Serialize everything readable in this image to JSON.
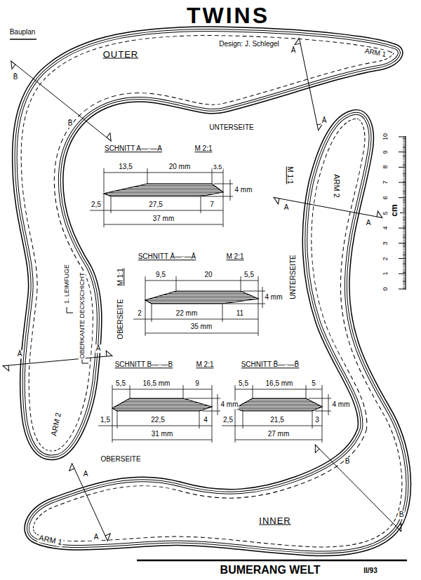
{
  "diagram": {
    "title": "TWINS",
    "labels": [
      "Bauplan",
      "Design: J. Schlegel",
      "OUTER",
      "Ā",
      "ARM 1",
      "B̄",
      "B̄",
      "UNTERSEITE",
      "Ā",
      "SCHNITT A—·—A",
      "M 2:1",
      "13,5",
      "20 mm",
      "3,5",
      "4 mm",
      "2,5",
      "27,5",
      "7",
      "37 mm",
      "M 1:1",
      "ARM 2",
      "A",
      "A",
      "UNTERSEITE",
      "SCHNITT Ā—·—Ā",
      "M 2:1",
      "9,5",
      "20",
      "5,5",
      "4 mm",
      "2",
      "22 mm",
      "11",
      "35 mm",
      "1. LEIMFUGE",
      "OBERKANTE DECKSCHICHT",
      "OBERSEITE",
      "M 1:1",
      "Ā",
      "Ā",
      "SCHNITT B—·—B",
      "M 2:1",
      "SCHNITT B̄—·—B̄",
      "5,5",
      "16,5 mm",
      "9",
      "4 mm",
      "1,5",
      "22,5",
      "4",
      "31 mm",
      "5,5",
      "16,5 mm",
      "5",
      "4 mm",
      "2,5",
      "21,5",
      "3",
      "27 mm",
      "ARM 2",
      "OBERSEITE",
      "A",
      "A",
      "B",
      "B",
      "INNER",
      "ARM 1",
      "BUMERANG WELT",
      "II/93",
      "0",
      "1",
      "2",
      "3",
      "4",
      "5",
      "6",
      "7",
      "8",
      "9",
      "10",
      "cm"
    ]
  }
}
